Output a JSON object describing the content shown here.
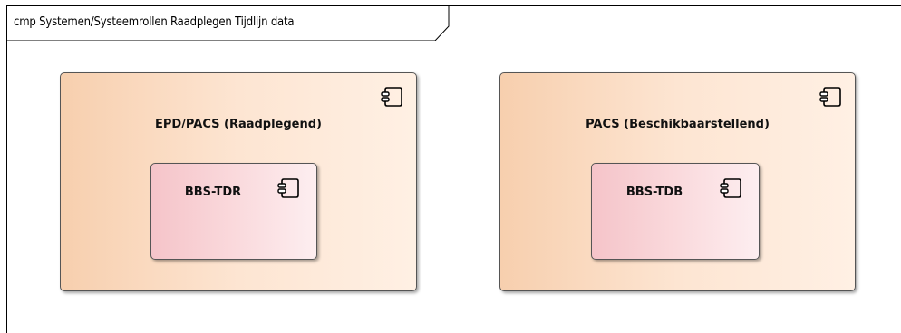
{
  "diagram": {
    "frame_title": "cmp Systemen/Systeemrollen Raadplegen Tijdlijn data",
    "components": [
      {
        "title": "EPD/PACS (Raadplegend)",
        "icon": "component-icon",
        "children": [
          {
            "title": "BBS-TDR",
            "icon": "component-icon"
          }
        ]
      },
      {
        "title": "PACS (Beschikbaarstellend)",
        "icon": "component-icon",
        "children": [
          {
            "title": "BBS-TDB",
            "icon": "component-icon"
          }
        ]
      }
    ]
  },
  "colors": {
    "outer_fill": "#fde5d2",
    "inner_fill": "#fad9dc",
    "border": "#555555"
  }
}
